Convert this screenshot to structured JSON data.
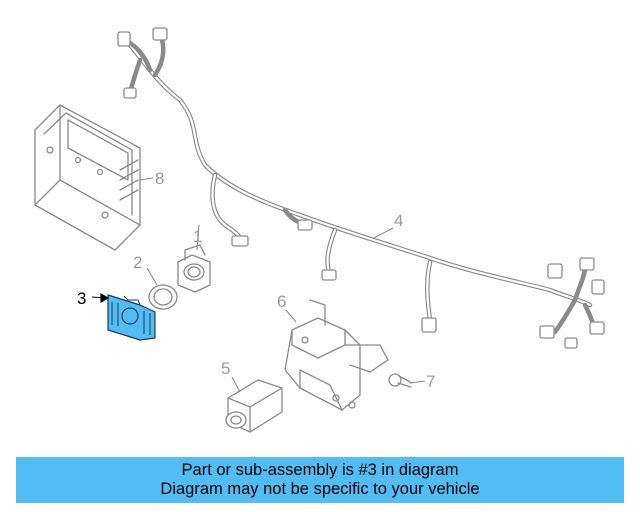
{
  "callouts": [
    {
      "label": "1",
      "active": false
    },
    {
      "label": "2",
      "active": false
    },
    {
      "label": "3",
      "active": true
    },
    {
      "label": "4",
      "active": false
    },
    {
      "label": "5",
      "active": false
    },
    {
      "label": "6",
      "active": false
    },
    {
      "label": "7",
      "active": false
    },
    {
      "label": "8",
      "active": false
    }
  ],
  "colors": {
    "highlight": "#52bdf5",
    "banner": "#52bdf5",
    "line_art": "#8a8a8a"
  },
  "banner": {
    "line1": "Part or sub-assembly is #3 in diagram",
    "line2": "Diagram may not be specific to your vehicle"
  }
}
